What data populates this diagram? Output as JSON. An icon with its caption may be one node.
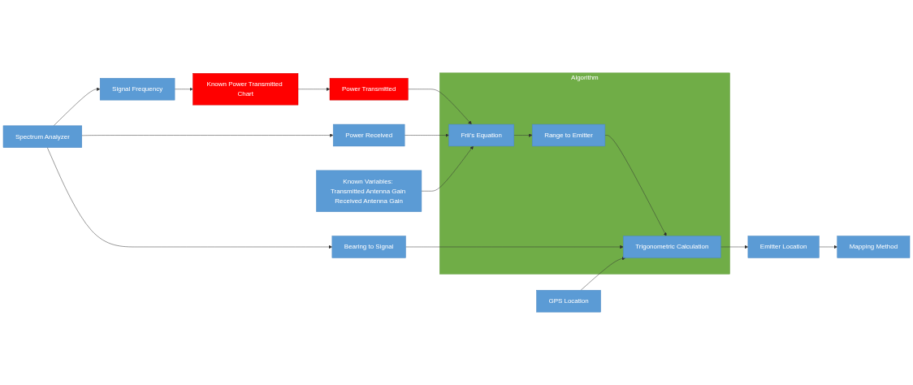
{
  "diagram": {
    "nodes": [
      {
        "text": [
          "Spectrum Analyzer"
        ]
      },
      {
        "text": [
          "Signal Frequency"
        ]
      },
      {
        "text": [
          "Known Power Transmitted Chart"
        ]
      },
      {
        "text": [
          "Power Transmitted"
        ]
      },
      {
        "text": [
          "Power Received"
        ]
      },
      {
        "text": [
          "Bearing to Signal"
        ]
      },
      {
        "text": [
          "GPS Location"
        ]
      },
      {
        "text": [
          "Algorithm"
        ]
      },
      {
        "text": [
          "Frii’s Equation"
        ],
        "in": 7
      },
      {
        "text": [
          "Range to Emitter"
        ],
        "in": 7
      },
      {
        "text": [
          "Known Variables: Transmitted Antenna Gain Received Antenna Gain"
        ]
      },
      {
        "text": [
          "Trigonometric Calculation"
        ],
        "in": 7
      },
      {
        "text": [
          "Emitter Location"
        ]
      },
      {
        "text": [
          "Mapping Method"
        ]
      }
    ],
    "edges": [
      {
        "from": 0,
        "to": 1,
        "arrow": "to"
      },
      {
        "from": 0,
        "to": 4,
        "arrow": "to"
      },
      {
        "from": 0,
        "to": 5,
        "arrow": "to"
      },
      {
        "from": 1,
        "to": 2,
        "arrow": "to"
      },
      {
        "from": 2,
        "to": 3,
        "arrow": "to"
      },
      {
        "from": 3,
        "to": 8,
        "arrow": "to"
      },
      {
        "from": 4,
        "to": 8,
        "arrow": "to"
      },
      {
        "from": 10,
        "to": 8,
        "arrow": "to"
      },
      {
        "from": 8,
        "to": 9,
        "arrow": "to"
      },
      {
        "from": 9,
        "to": 11,
        "arrow": "to"
      },
      {
        "from": 5,
        "to": 11,
        "arrow": "to"
      },
      {
        "from": 6,
        "to": 11,
        "arrow": "to"
      },
      {
        "from": 11,
        "to": 12,
        "arrow": "to"
      },
      {
        "from": 12,
        "to": 13,
        "arrow": "to"
      }
    ]
  }
}
